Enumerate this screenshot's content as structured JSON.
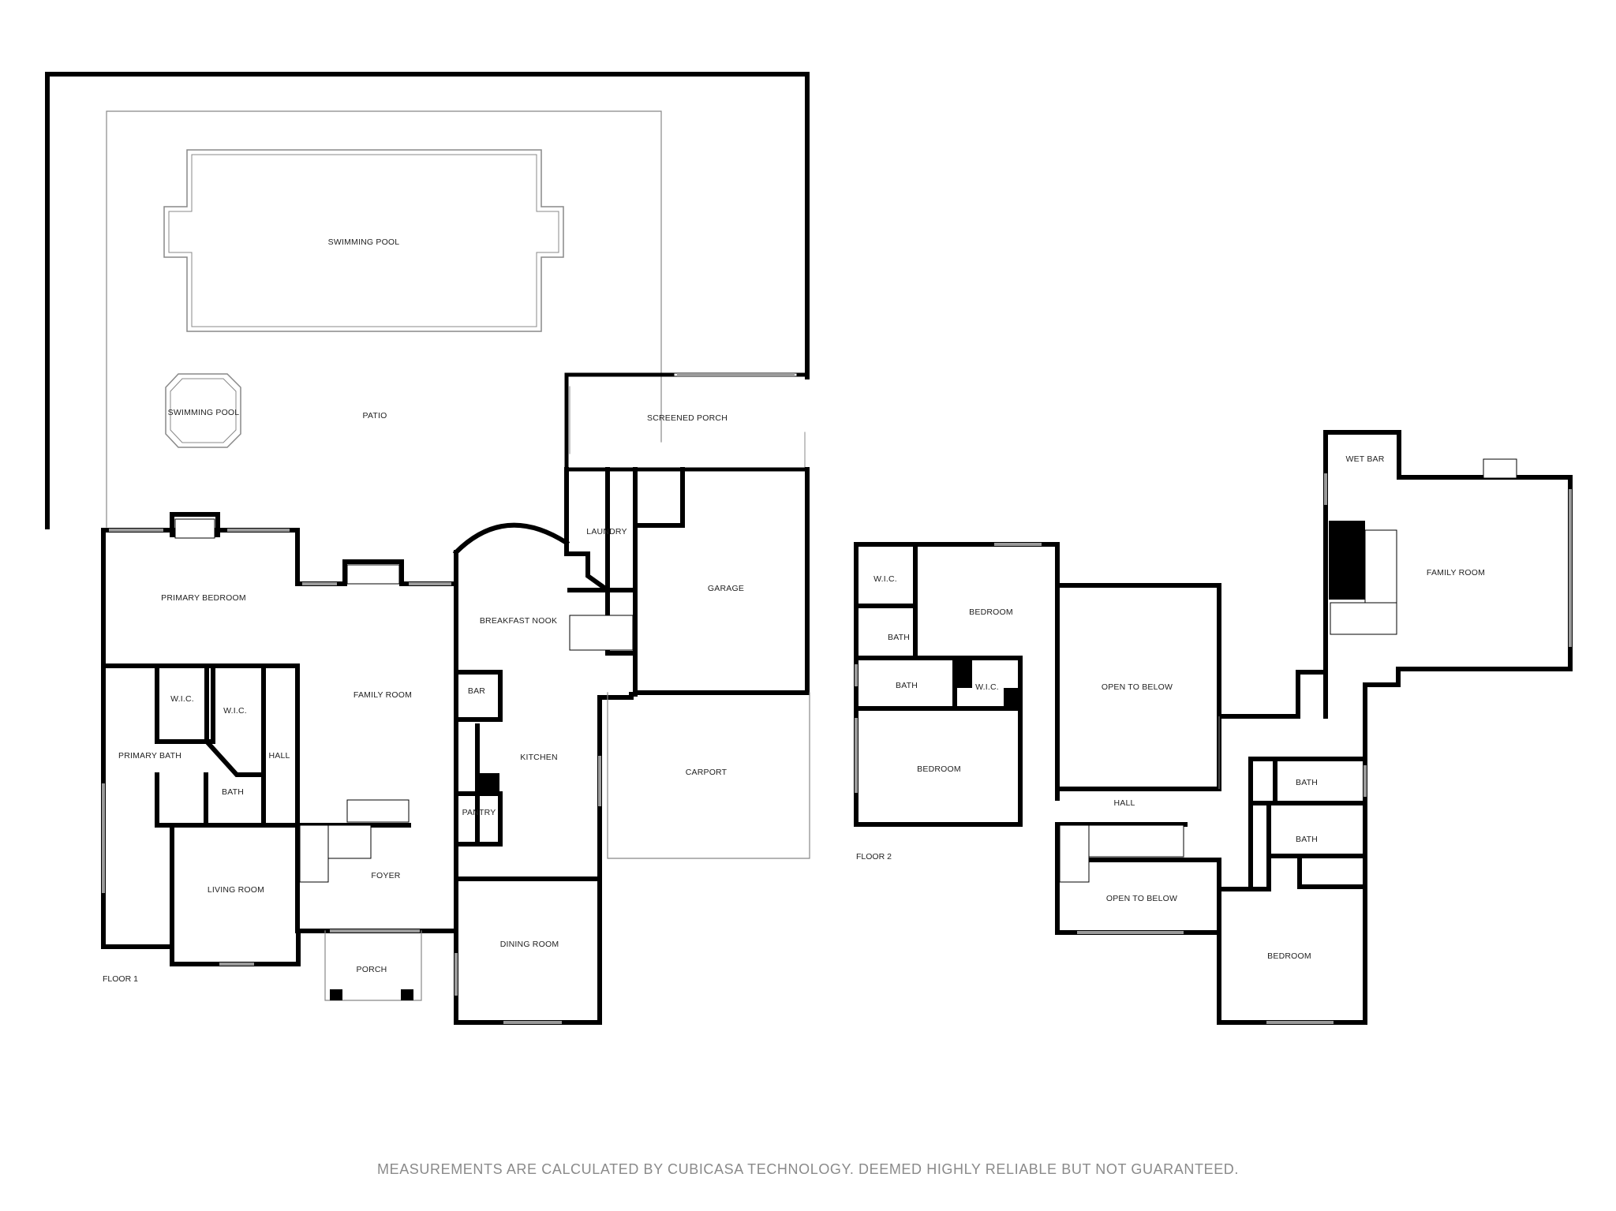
{
  "colors": {
    "wall": "#000000",
    "thin_line": "#888888",
    "window": "#9a9a9a",
    "background": "#ffffff",
    "disclaimer_text": "#8a8a8a"
  },
  "floor1": {
    "label": "FLOOR 1",
    "rooms": {
      "swimming_pool_large": "SWIMMING POOL",
      "swimming_pool_small": "SWIMMING POOL",
      "patio": "PATIO",
      "screened_porch": "SCREENED PORCH",
      "laundry": "LAUNDRY",
      "garage": "GARAGE",
      "primary_bedroom": "PRIMARY BEDROOM",
      "breakfast_nook": "BREAKFAST NOOK",
      "family_room": "FAMILY ROOM",
      "wic_1": "W.I.C.",
      "wic_2": "W.I.C.",
      "bar": "BAR",
      "carport": "CARPORT",
      "primary_bath": "PRIMARY BATH",
      "hall": "HALL",
      "kitchen": "KITCHEN",
      "bath": "BATH",
      "pantry": "PANTRY",
      "foyer": "FOYER",
      "living_room": "LIVING ROOM",
      "dining_room": "DINING ROOM",
      "porch": "PORCH"
    }
  },
  "floor2": {
    "label": "FLOOR 2",
    "rooms": {
      "wet_bar": "WET BAR",
      "family_room": "FAMILY ROOM",
      "wic_1": "W.I.C.",
      "bedroom_1": "BEDROOM",
      "bath_1": "BATH",
      "bath_2": "BATH",
      "wic_2": "W.I.C.",
      "open_to_below_1": "OPEN TO BELOW",
      "bedroom_2": "BEDROOM",
      "hall": "HALL",
      "bath_3": "BATH",
      "bath_4": "BATH",
      "open_to_below_2": "OPEN TO BELOW",
      "bedroom_3": "BEDROOM"
    }
  },
  "disclaimer": "MEASUREMENTS ARE CALCULATED BY CUBICASA TECHNOLOGY. DEEMED HIGHLY RELIABLE BUT NOT GUARANTEED."
}
